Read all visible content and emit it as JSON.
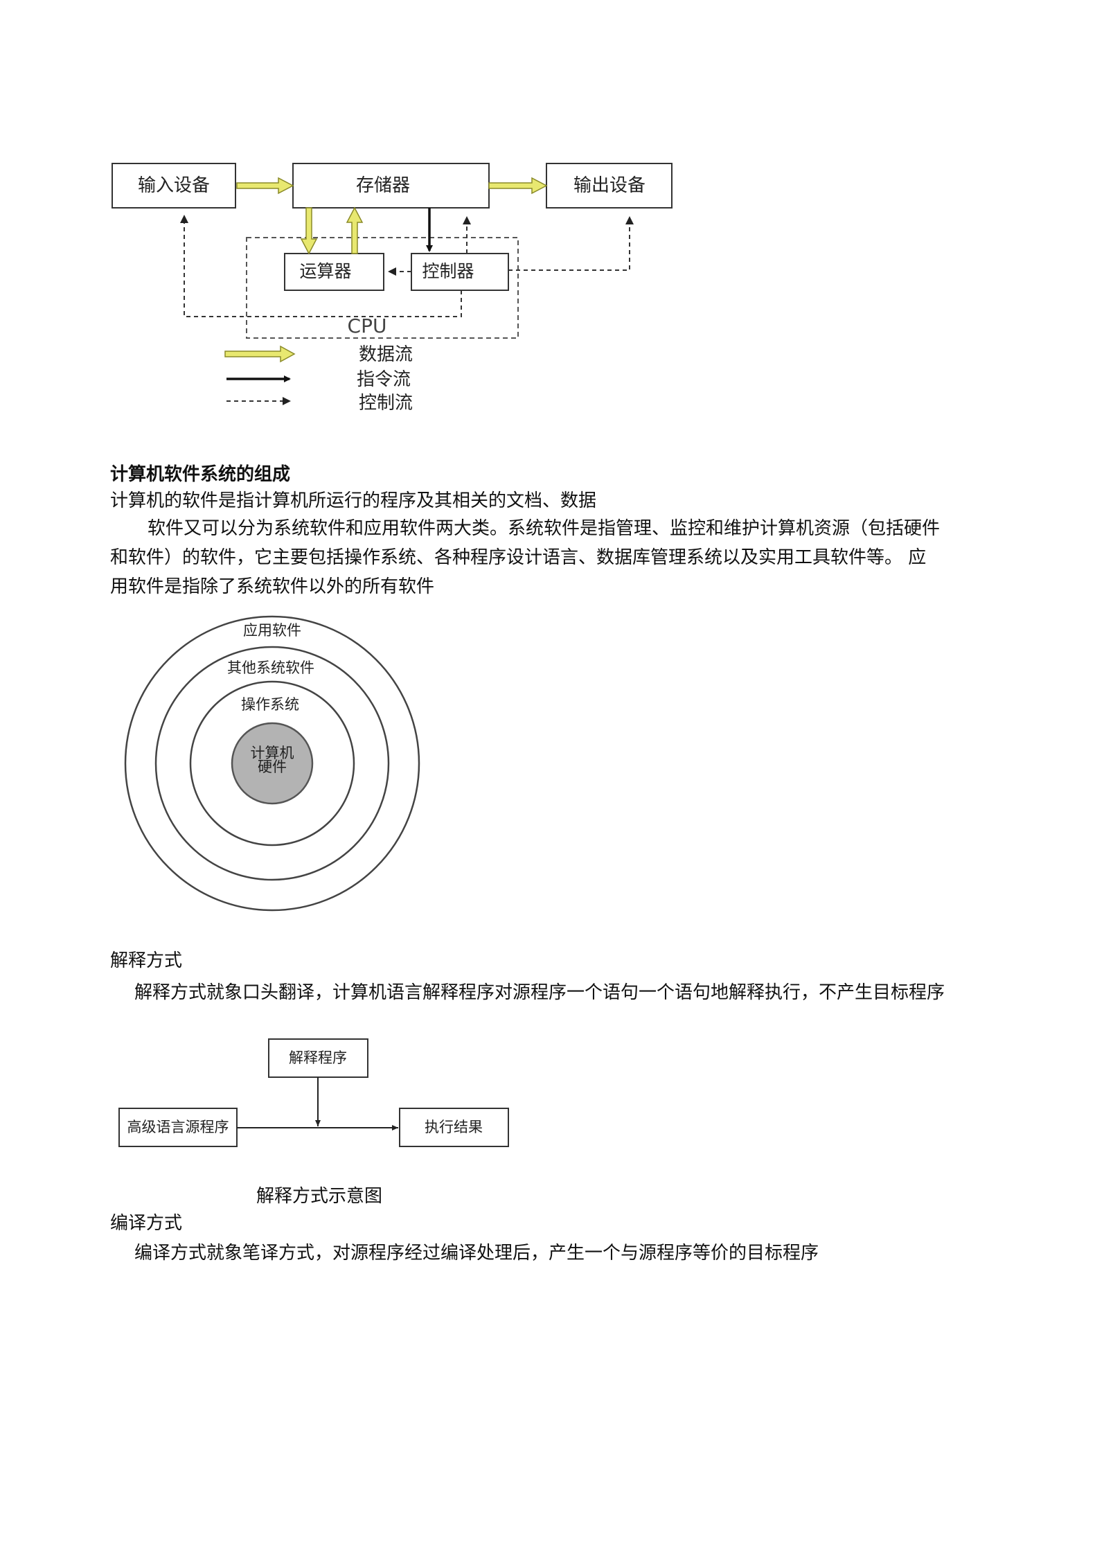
{
  "fig1": {
    "input": "输入设备",
    "memory": "存储器",
    "output": "输出设备",
    "alu": "运算器",
    "controller": "控制器",
    "cpu": "CPU",
    "legend": [
      "数据流",
      "指令流",
      "控制流"
    ]
  },
  "section1": {
    "title": "计算机软件系统的组成",
    "line1": "计算机的软件是指计算机所运行的程序及其相关的文档、数据",
    "para2_l1": "软件又可以分为系统软件和应用软件两大类。系统软件是指管理、监控和维护计算机资源（包括硬件",
    "para2_l2": "和软件）的软件，它主要包括操作系统、各种程序设计语言、数据库管理系统以及实用工具软件等。 应",
    "para2_l3": "用软件是指除了系统软件以外的所有软件"
  },
  "fig2": {
    "ring1": "应用软件",
    "ring2": "其他系统软件",
    "ring3": "操作系统",
    "core_l1": "计算机",
    "core_l2": "硬件",
    "core_fill": "#b3b3b3"
  },
  "section2": {
    "title": "解释方式",
    "para": "解释方式就象口头翻译，计算机语言解释程序对源程序一个语句一个语句地解释执行，不产生目标程序"
  },
  "fig3": {
    "interpreter": "解释程序",
    "source": "高级语言源程序",
    "result": "执行结果",
    "caption": "解释方式示意图"
  },
  "section3": {
    "title": "编译方式",
    "para": "编译方式就象笔译方式，对源程序经过编译处理后，产生一个与源程序等价的目标程序"
  },
  "colors": {
    "data_flow": "#e8e870",
    "data_flow_edge": "#8a8a28"
  }
}
